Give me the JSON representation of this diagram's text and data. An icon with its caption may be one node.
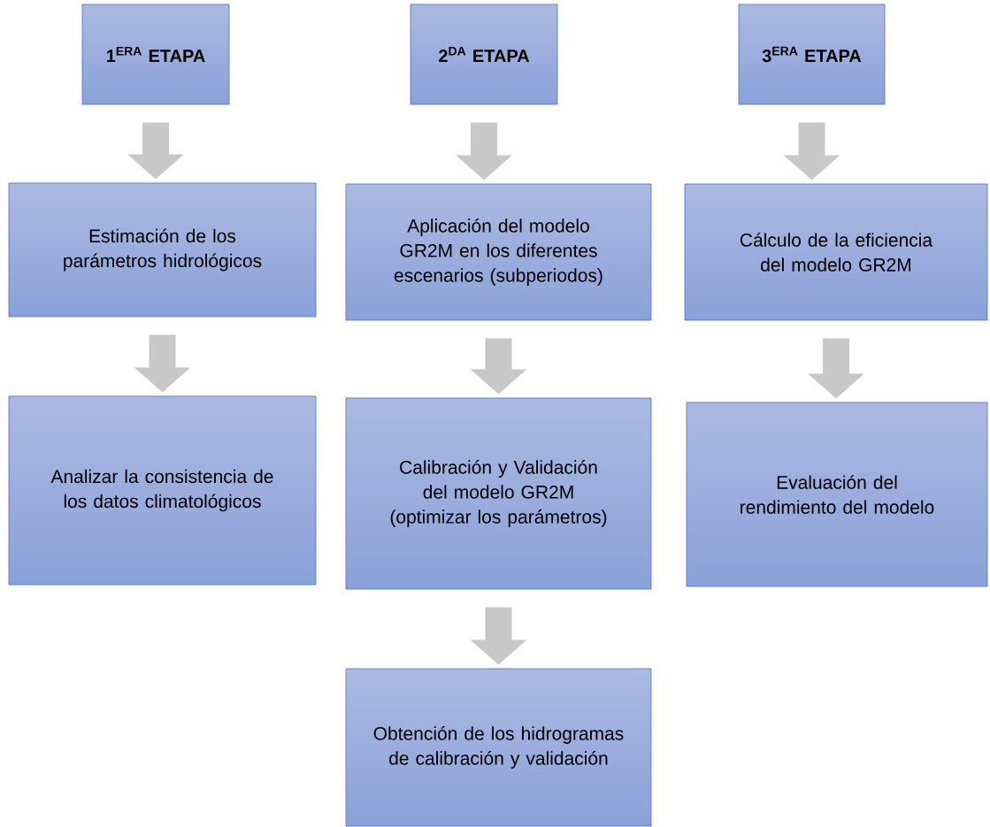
{
  "diagram": {
    "nodes": [
      {
        "text": [
          "1$^{ERA}$ ETAPA"
        ]
      },
      {
        "text": [
          "2$^{DA}$ ETAPA"
        ]
      },
      {
        "text": [
          "3$^{ERA}$ ETAPA"
        ]
      },
      {
        "text": [
          "Estimación de los parámetros hidrológicos"
        ]
      },
      {
        "text": [
          "Aplicación del modelo GR2M en los diferentes escenarios (subperiodos)"
        ]
      },
      {
        "text": [
          "Cálculo de la eficiencia del modelo GR2M"
        ]
      },
      {
        "text": [
          "Analizar la consistencia de los datos climatológicos"
        ]
      },
      {
        "text": [
          "Calibración y Validación del modelo GR2M (optimizar los parámetros)"
        ]
      },
      {
        "text": [
          "Evaluación del rendimiento del modelo"
        ]
      },
      {
        "text": [
          "Obtención de los hidrogramas de calibración y validación"
        ]
      }
    ],
    "edges": [
      {
        "from": 0,
        "to": 3,
        "arrow": "to"
      },
      {
        "from": 3,
        "to": 6,
        "arrow": "to"
      },
      {
        "from": 1,
        "to": 4,
        "arrow": "to"
      },
      {
        "from": 4,
        "to": 7,
        "arrow": "to"
      },
      {
        "from": 7,
        "to": 9,
        "arrow": "to"
      },
      {
        "from": 2,
        "to": 5,
        "arrow": "to"
      },
      {
        "from": 5,
        "to": 8,
        "arrow": "to"
      }
    ]
  }
}
